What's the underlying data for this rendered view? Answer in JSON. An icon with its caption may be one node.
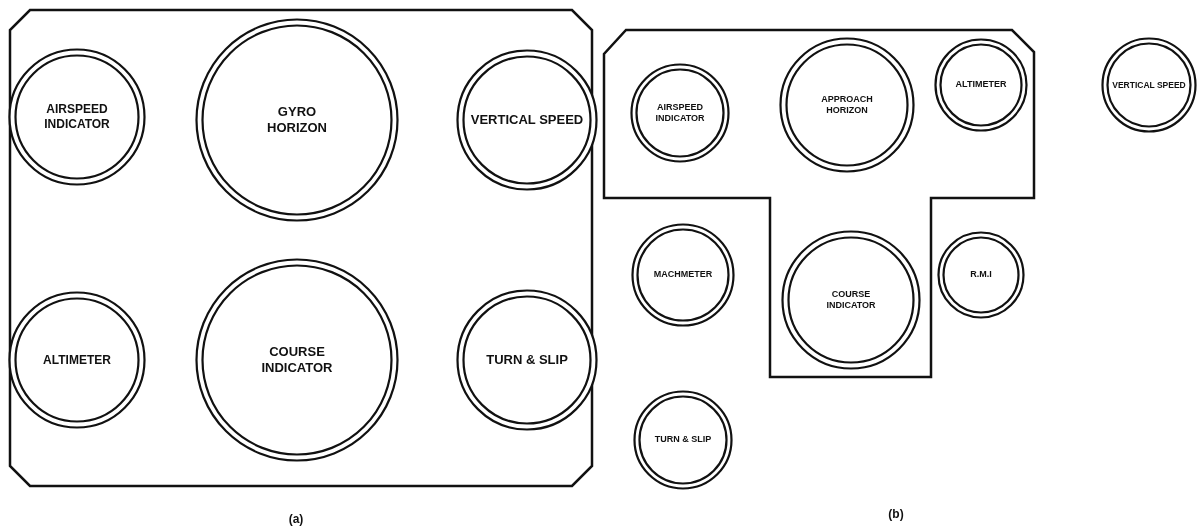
{
  "diagram": {
    "nodes": [
      {
        "text": [],
        "shape": "polygon"
      },
      {
        "text": [
          "AIRSPEED INDICATOR"
        ],
        "in": 0
      },
      {
        "text": [
          "GYRO HORIZON"
        ],
        "in": 0
      },
      {
        "text": [
          "VERTICAL SPEED"
        ],
        "in": 0
      },
      {
        "text": [
          "ALTIMETER"
        ],
        "in": 0
      },
      {
        "text": [
          "COURSE INDICATOR"
        ],
        "in": 0
      },
      {
        "text": [
          "TURN & SLIP"
        ],
        "in": 0
      },
      {
        "text": [],
        "shape": "polygon"
      },
      {
        "text": [
          "AIRSPEED INDICATOR"
        ],
        "in": 7
      },
      {
        "text": [
          "APPROACH HORIZON"
        ],
        "in": 7
      },
      {
        "text": [
          "ALTIMETER"
        ],
        "in": 7
      },
      {
        "text": [
          "VERTICAL SPEED"
        ]
      },
      {
        "text": [
          "MACHMETER"
        ]
      },
      {
        "text": [
          "COURSE INDICATOR"
        ],
        "in": 7
      },
      {
        "text": [
          "R.M.I"
        ]
      },
      {
        "text": [
          "TURN & SLIP"
        ]
      }
    ],
    "labels": [
      "(a)",
      "(b)"
    ]
  }
}
